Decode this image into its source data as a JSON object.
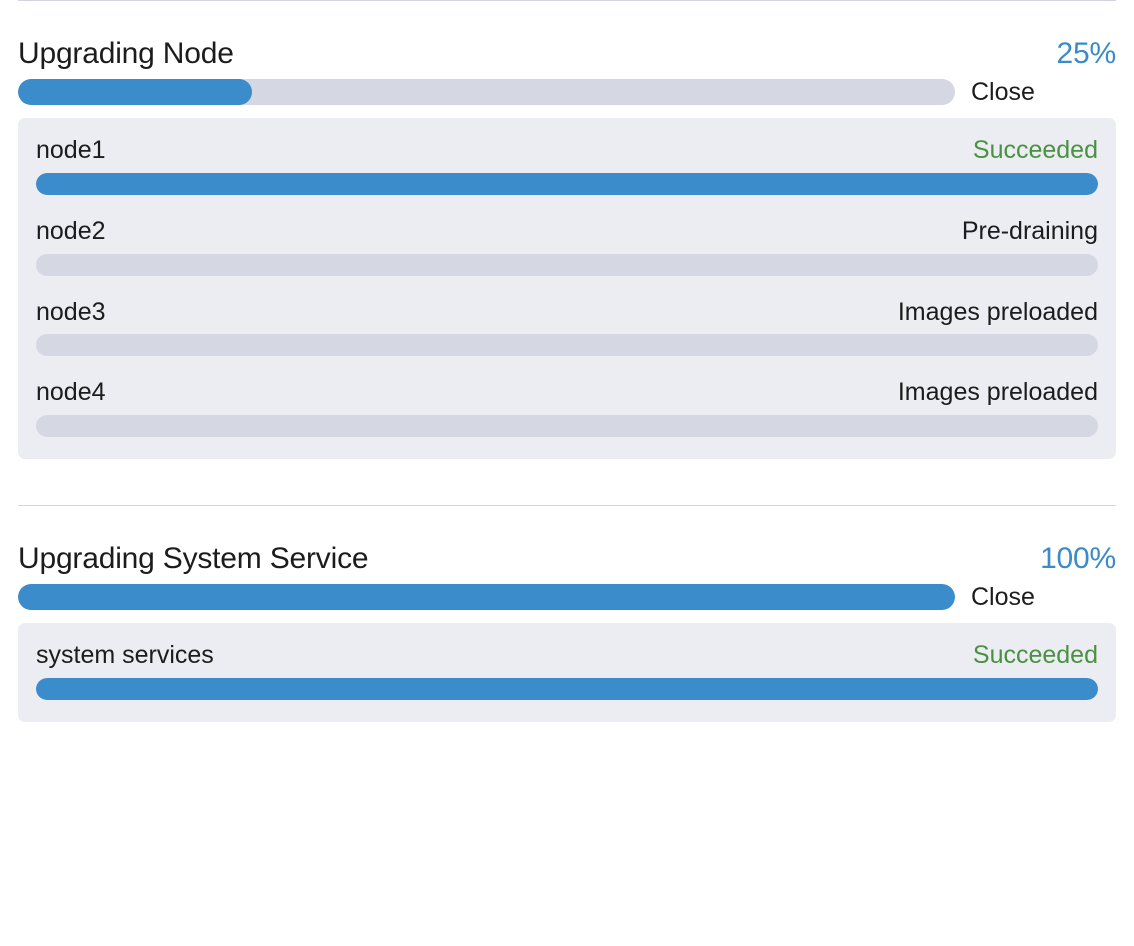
{
  "sections": [
    {
      "title": "Upgrading Node",
      "percent_label": "25%",
      "percent_value": 25,
      "close_label": "Close",
      "tasks": [
        {
          "name": "node1",
          "status": "Succeeded",
          "status_kind": "succeeded",
          "progress": 100
        },
        {
          "name": "node2",
          "status": "Pre-draining",
          "status_kind": "normal",
          "progress": 0
        },
        {
          "name": "node3",
          "status": "Images preloaded",
          "status_kind": "normal",
          "progress": 0
        },
        {
          "name": "node4",
          "status": "Images preloaded",
          "status_kind": "normal",
          "progress": 0
        }
      ]
    },
    {
      "title": "Upgrading System Service",
      "percent_label": "100%",
      "percent_value": 100,
      "close_label": "Close",
      "tasks": [
        {
          "name": "system services",
          "status": "Succeeded",
          "status_kind": "succeeded",
          "progress": 100
        }
      ]
    }
  ],
  "colors": {
    "accent_blue": "#3b8cca",
    "percent_blue": "#3a8bc8",
    "track_gray": "#d5d7e2",
    "card_bg": "#ebedf2",
    "success_green": "#4a9141",
    "divider": "#d3d5de",
    "text": "#1c1c1c"
  }
}
